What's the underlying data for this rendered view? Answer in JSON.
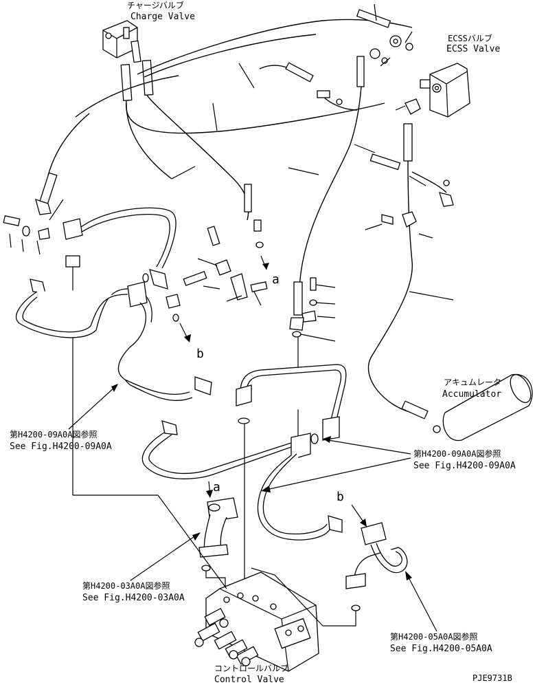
{
  "labels": {
    "charge_valve_jp": "チャージバルブ",
    "charge_valve_en": "Charge Valve",
    "ecss_valve_jp": "ECSSバルブ",
    "ecss_valve_en": "ECSS Valve",
    "accumulator_jp": "アキュムレータ",
    "accumulator_en": "Accumulator",
    "control_valve_jp": "コントロールバルブ",
    "control_valve_en": "Control Valve"
  },
  "refs": {
    "h09_left_jp": "第H4200-09A0A図参照",
    "h09_left_en": "See Fig.H4200-09A0A",
    "h09_right_jp": "第H4200-09A0A図参照",
    "h09_right_en": "See Fig.H4200-09A0A",
    "h03_jp": "第H4200-03A0A図参照",
    "h03_en": "See Fig.H4200-03A0A",
    "h05_jp": "第H4200-05A0A図参照",
    "h05_en": "See Fig.H4200-05A0A"
  },
  "markers": {
    "a_upper": "a",
    "b_upper": "b",
    "a_lower": "a",
    "b_lower": "b"
  },
  "drawing_id": "PJE9731B"
}
